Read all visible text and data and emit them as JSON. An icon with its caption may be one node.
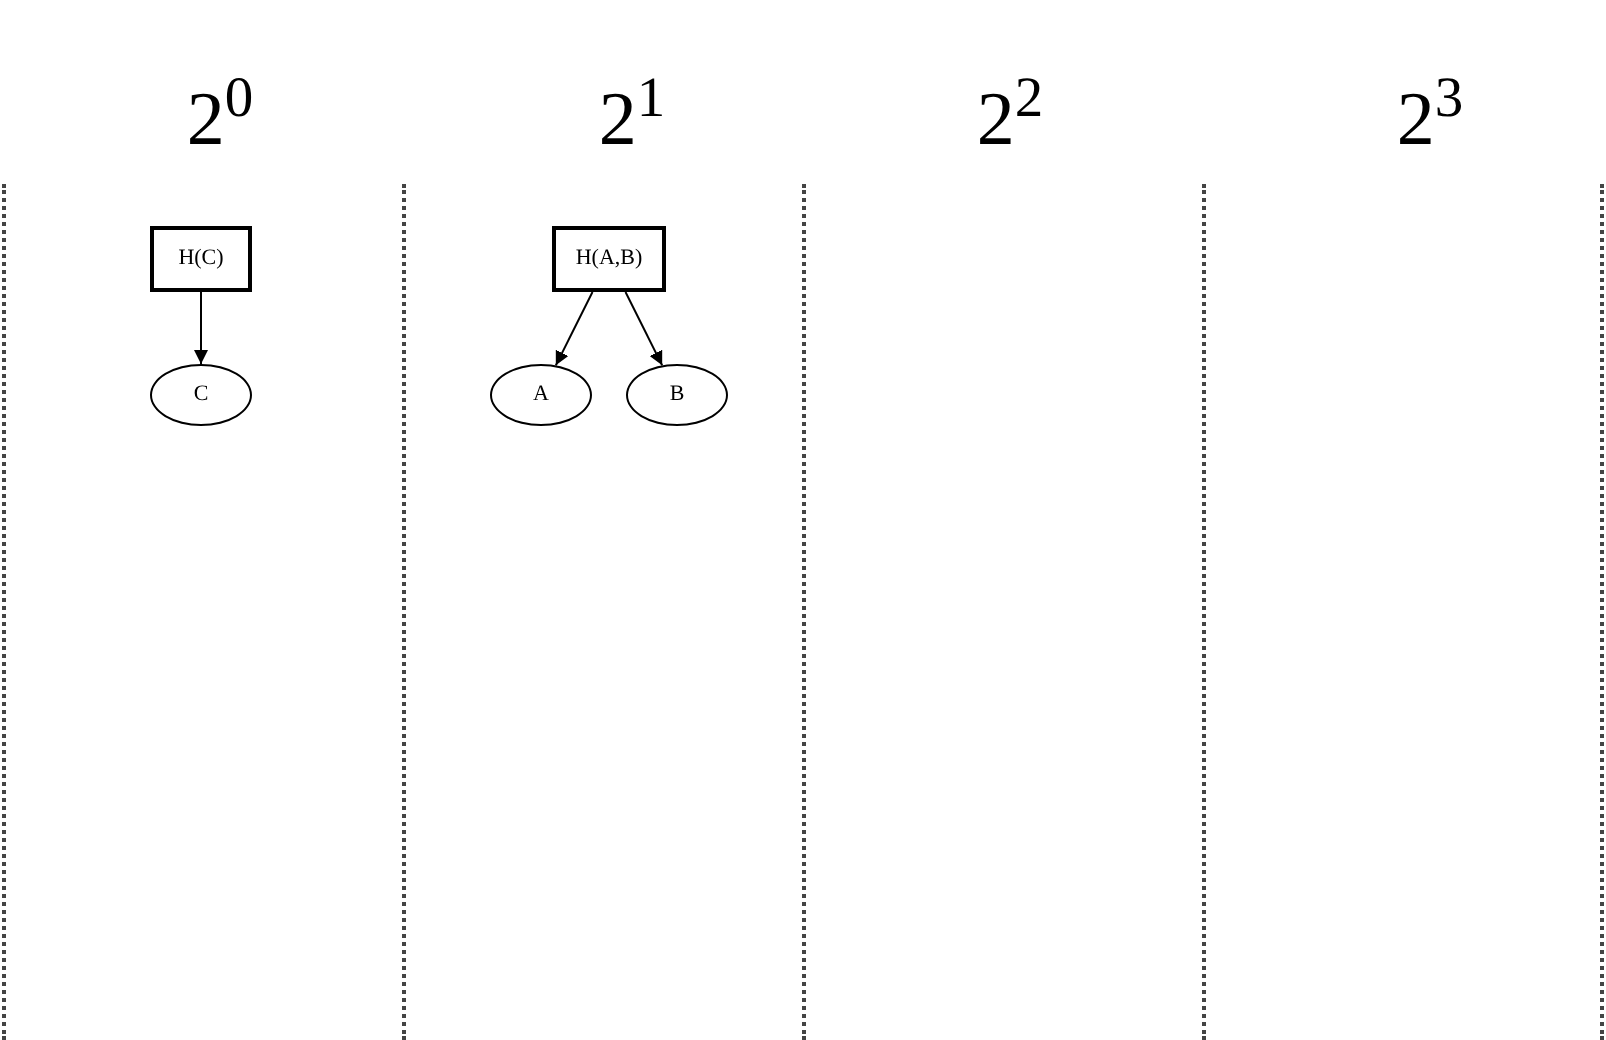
{
  "diagram": {
    "nodes": [
      {
        "text": [
          "H(C)"
        ]
      },
      {
        "text": [
          "C"
        ]
      },
      {
        "text": [
          "H(A,B)"
        ]
      },
      {
        "text": [
          "A"
        ]
      },
      {
        "text": [
          "B"
        ]
      }
    ],
    "edges": [
      {
        "from": 0,
        "to": 1,
        "arrow": "to"
      },
      {
        "from": 2,
        "to": 3,
        "arrow": "to"
      },
      {
        "from": 2,
        "to": 4,
        "arrow": "to"
      }
    ],
    "labels": [
      "2$^{0}$",
      "2$^{1}$",
      "2$^{2}$",
      "2$^{3}$"
    ]
  }
}
